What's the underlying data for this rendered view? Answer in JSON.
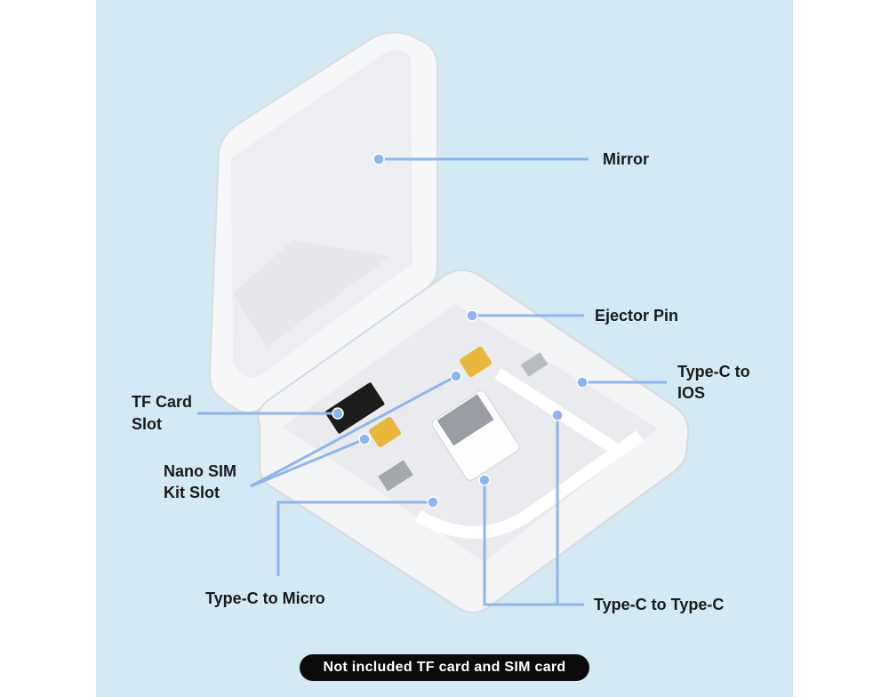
{
  "labels": {
    "mirror": "Mirror",
    "ejector_pin": "Ejector Pin",
    "typec_ios_line1": "Type-C to",
    "typec_ios_line2": "IOS",
    "tf_card_line1": "TF Card",
    "tf_card_line2": "Slot",
    "nano_sim_line1": "Nano SIM",
    "nano_sim_line2": "Kit Slot",
    "typec_micro": "Type-C to Micro",
    "typec_typec": "Type-C to Type-C"
  },
  "footer_note": "Not included TF card and SIM card",
  "colors": {
    "background": "#d3e9f4",
    "callout": "#8db6ee",
    "pill": "#0b0b0b"
  }
}
